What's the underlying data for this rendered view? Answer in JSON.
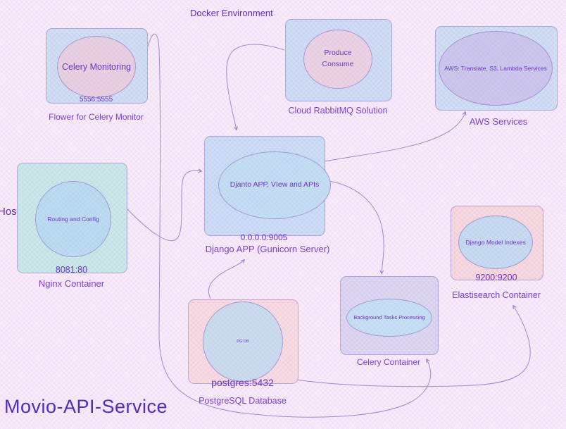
{
  "texts": {
    "environment": "Docker Environment",
    "host": "Host",
    "title": "Movio-API-Service"
  },
  "nodes": {
    "flower": {
      "shape_label": "Celery Monitoring",
      "port": "5556:5555",
      "caption": "Flower for Celery Monitor"
    },
    "rabbitmq": {
      "shape_line1": "Produce",
      "shape_line2": "Consume",
      "caption": "Cloud RabbitMQ Solution"
    },
    "aws": {
      "shape_label": "AWS: Translate, S3, Lambda Services",
      "caption": "AWS Services"
    },
    "django": {
      "shape_label": "Djanto APP, VIew and APIs",
      "port": "0.0.0.0:9005",
      "caption": "Django APP (Gunicorn Server)"
    },
    "nginx": {
      "shape_label": "Routing and Config",
      "port": "8081:80",
      "caption": "Nginx Container"
    },
    "elastic": {
      "shape_label": "Django Model Indexes",
      "port": "9200:9200",
      "caption": "Elastisearch Container"
    },
    "celery": {
      "shape_label": "Background Tasks Processing",
      "caption": "Celery Container"
    },
    "postgres": {
      "shape_label": "PG DB",
      "port": "postgres:5432",
      "caption": "PostgreSQL Database"
    }
  },
  "connections": [
    {
      "from": "flower",
      "to": "celery"
    },
    {
      "from": "rabbitmq",
      "to": "django"
    },
    {
      "from": "nginx",
      "to": "django"
    },
    {
      "from": "django",
      "to": "aws"
    },
    {
      "from": "django",
      "to": "celery"
    },
    {
      "from": "postgres",
      "to": "django"
    },
    {
      "from": "postgres",
      "to": "elastic"
    }
  ],
  "colors": {
    "background": "#f7ebfa",
    "text_purple": "#6d35c8",
    "caption_purple": "#7a3fd8",
    "title_purple": "#5629c6",
    "connector": "#9a8ad2",
    "box_blue": "#cedcf4",
    "box_teal": "#c9e8e6",
    "box_pink": "#f6d9de",
    "box_lavender": "#dcd6f0",
    "ellipse_pink": "#e7cfdf",
    "ellipse_blue": "#c3ddf3",
    "ellipse_purple": "#ccc6ec"
  }
}
